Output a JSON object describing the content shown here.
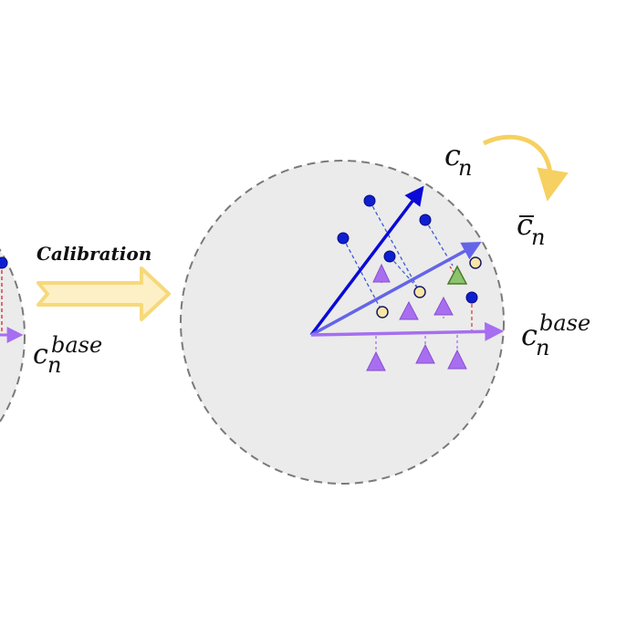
{
  "labels": {
    "calibration": "Calibration",
    "c": "c",
    "sub_n": "n",
    "sup_base": "base"
  },
  "colors": {
    "circle_fill": "#ebebeb",
    "circle_stroke": "#7a7a7a",
    "vector_dark": "#0a0ad6",
    "vector_light": "#6464e8",
    "vector_base": "#a66ef0",
    "dot": "#0d1fd0",
    "hollow_fill": "#f8e6a8",
    "triangle": "#a86ef0",
    "triangle_green": "#8cc36c",
    "dash_red": "#d94040",
    "arrow_yellow": "#f6d97a",
    "arrow_yellow_fill": "#fdf0c6"
  }
}
